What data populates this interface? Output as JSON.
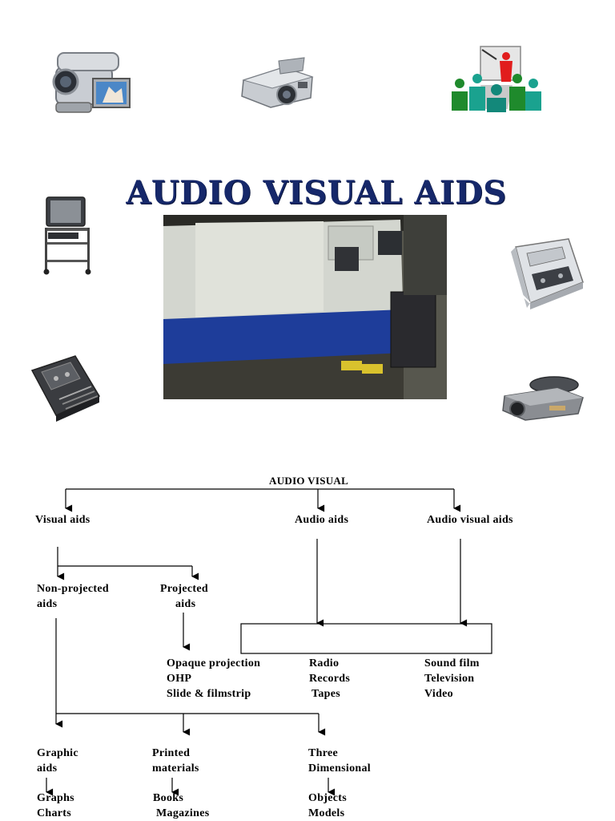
{
  "title": "AUDIO VISUAL AIDS",
  "diagram": {
    "root": "AUDIO VISUAL",
    "branches": {
      "visual": "Visual aids",
      "audio": "Audio aids",
      "audio_visual": "Audio visual aids"
    },
    "visual_sub": {
      "non_projected": [
        "Non-projected",
        "aids"
      ],
      "projected": [
        "Projected",
        "aids"
      ]
    },
    "projected_items": [
      "Opaque projection",
      "OHP",
      "Slide & filmstrip"
    ],
    "audio_items": [
      "Radio",
      "Records",
      "Tapes"
    ],
    "av_items": [
      "Sound film",
      "Television",
      "Video"
    ],
    "non_projected_groups": [
      {
        "heading": [
          "Graphic",
          "aids"
        ],
        "items": [
          "Graphs",
          "Charts"
        ]
      },
      {
        "heading": [
          "Printed",
          "materials"
        ],
        "items": [
          "Books",
          "Magazines"
        ]
      },
      {
        "heading": [
          "Three",
          "Dimensional"
        ],
        "items": [
          "Objects",
          "Models"
        ]
      }
    ]
  },
  "icons": [
    "video-camera-icon",
    "projector-icon",
    "teacher-presentation-icon",
    "television-cart-icon",
    "cassette-recorder-icon",
    "tape-player-icon",
    "slide-projector-icon"
  ]
}
